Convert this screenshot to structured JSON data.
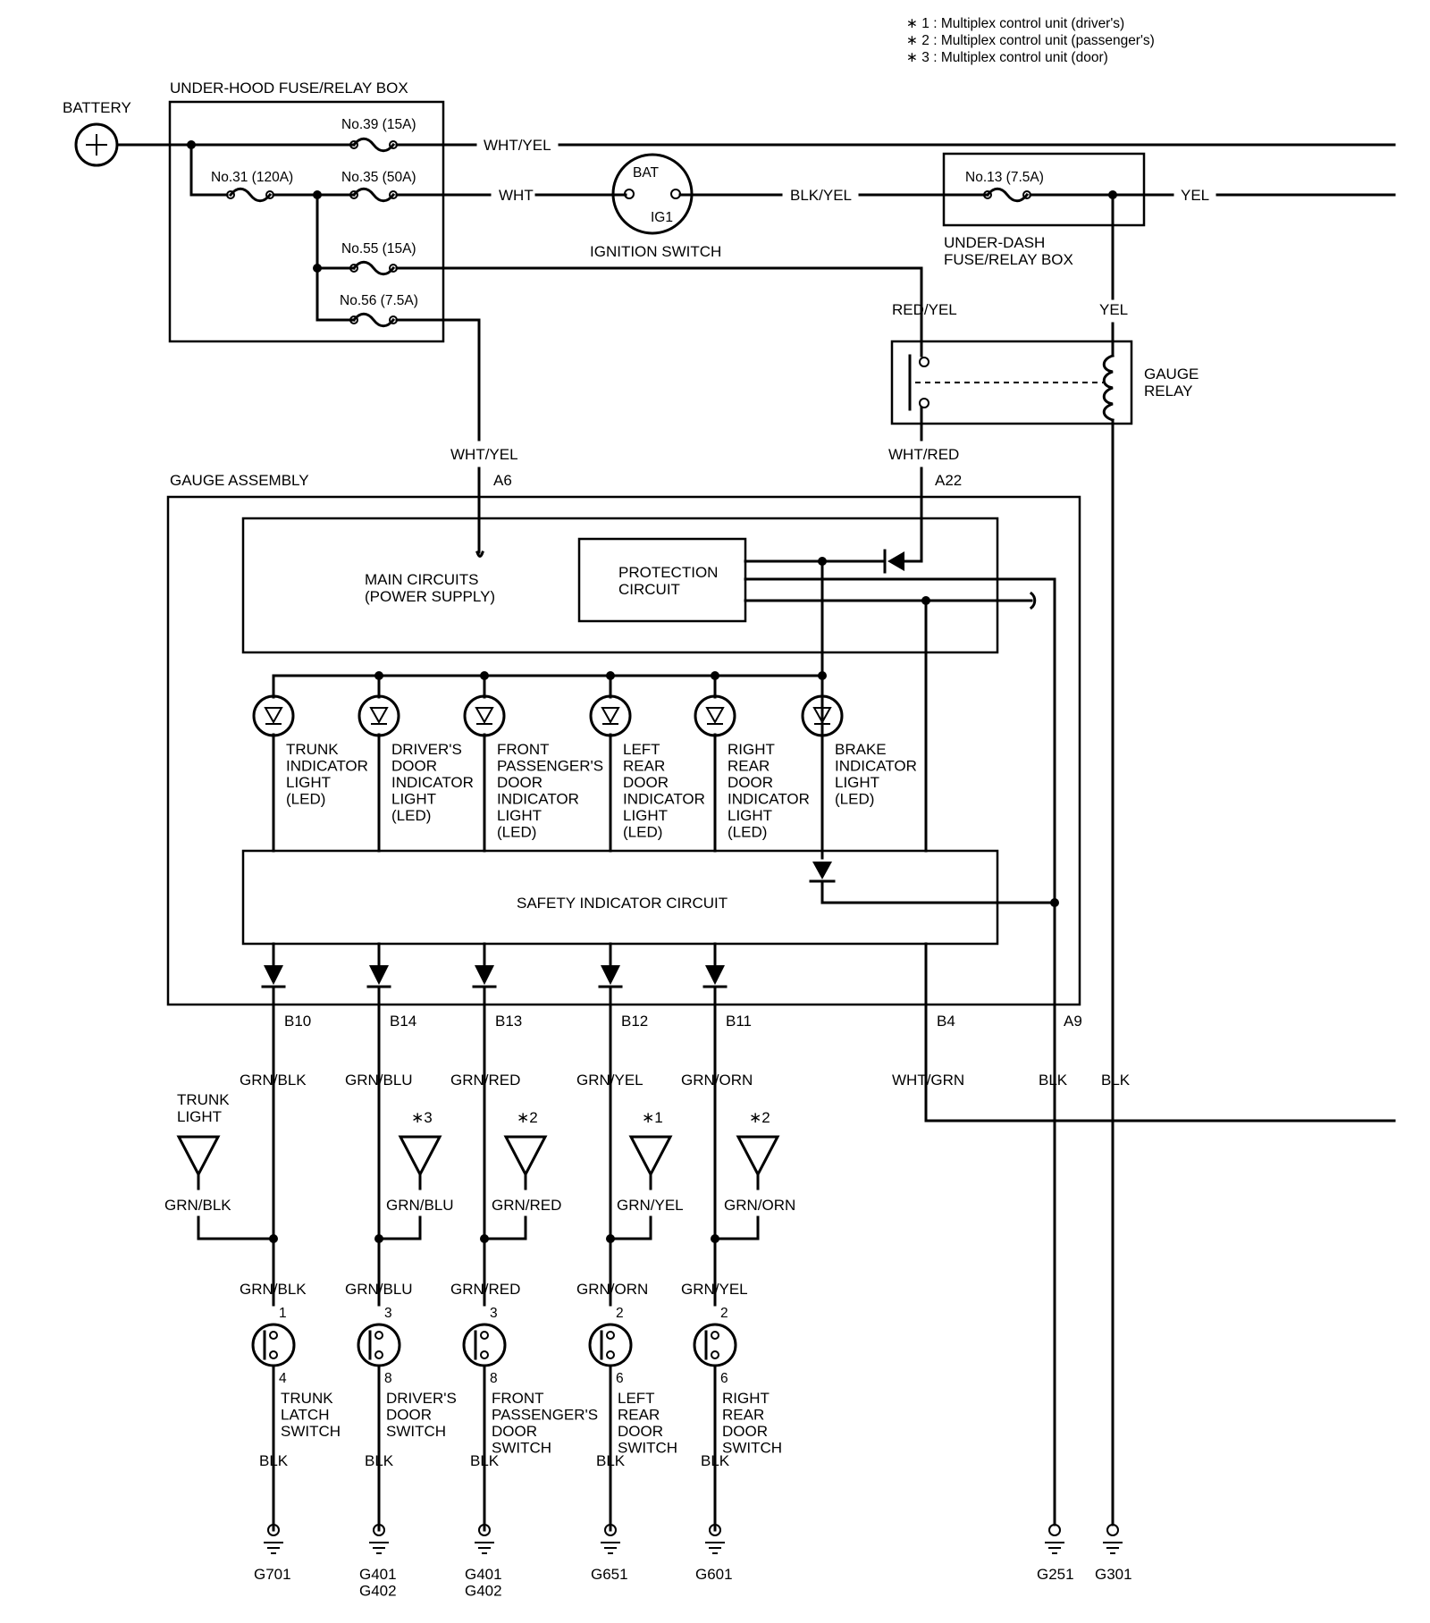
{
  "legend": [
    "∗ 1  : Multiplex control unit (driver's)",
    "∗ 2  : Multiplex control unit (passenger's)",
    "∗ 3  : Multiplex control unit (door)"
  ],
  "battery": "BATTERY",
  "underhood_box": "UNDER-HOOD FUSE/RELAY BOX",
  "fuses": {
    "f39": "No.39 (15A)",
    "f31": "No.31 (120A)",
    "f35": "No.35 (50A)",
    "f55": "No.55 (15A)",
    "f56": "No.56 (7.5A)",
    "f13": "No.13 (7.5A)"
  },
  "underdash_box": [
    "UNDER-DASH",
    "FUSE/RELAY BOX"
  ],
  "ignition": {
    "bat": "BAT",
    "ig1": "IG1",
    "label": "IGNITION SWITCH"
  },
  "gauge_relay": [
    "GAUGE",
    "RELAY"
  ],
  "wires": {
    "wht_yel_top": "WHT/YEL",
    "wht": "WHT",
    "blk_yel": "BLK/YEL",
    "yel": "YEL",
    "red_yel": "RED/YEL",
    "yel_relay": "YEL",
    "wht_yel_a6": "WHT/YEL",
    "wht_red": "WHT/RED"
  },
  "gauge_assembly": "GAUGE ASSEMBLY",
  "pins_top": {
    "a6": "A6",
    "a22": "A22"
  },
  "main_circuits": [
    "MAIN CIRCUITS",
    "(POWER SUPPLY)"
  ],
  "protection": [
    "PROTECTION",
    "CIRCUIT"
  ],
  "leds": [
    [
      "TRUNK",
      "INDICATOR",
      "LIGHT",
      "(LED)"
    ],
    [
      "DRIVER'S",
      "DOOR",
      "INDICATOR",
      "LIGHT",
      "(LED)"
    ],
    [
      "FRONT",
      "PASSENGER'S",
      "DOOR",
      "INDICATOR",
      "LIGHT",
      "(LED)"
    ],
    [
      "LEFT",
      "REAR",
      "DOOR",
      "INDICATOR",
      "LIGHT",
      "(LED)"
    ],
    [
      "RIGHT",
      "REAR",
      "DOOR",
      "INDICATOR",
      "LIGHT",
      "(LED)"
    ],
    [
      "BRAKE",
      "INDICATOR",
      "LIGHT",
      "(LED)"
    ]
  ],
  "safety_circuit": "SAFETY INDICATOR CIRCUIT",
  "pins_bottom": [
    "B10",
    "B14",
    "B13",
    "B12",
    "B11",
    "B4",
    "A9"
  ],
  "branch_wires": [
    "GRN/BLK",
    "GRN/BLU",
    "GRN/RED",
    "GRN/YEL",
    "GRN/ORN",
    "WHT/GRN",
    "BLK",
    "BLK"
  ],
  "trunk_light": [
    "TRUNK",
    "LIGHT"
  ],
  "mcu_refs": [
    "∗3",
    "∗2",
    "∗1",
    "∗2"
  ],
  "mcu_wires": [
    "GRN/BLK",
    "GRN/BLU",
    "GRN/RED",
    "GRN/YEL",
    "GRN/ORN"
  ],
  "switch_wires": [
    "GRN/BLK",
    "GRN/BLU",
    "GRN/RED",
    "GRN/ORN",
    "GRN/YEL"
  ],
  "switch_pins_top": [
    "1",
    "3",
    "3",
    "2",
    "2"
  ],
  "switch_pins_bottom": [
    "4",
    "8",
    "8",
    "6",
    "6"
  ],
  "switches": [
    [
      "TRUNK",
      "LATCH",
      "SWITCH"
    ],
    [
      "DRIVER'S",
      "DOOR",
      "SWITCH"
    ],
    [
      "FRONT",
      "PASSENGER'S",
      "DOOR",
      "SWITCH"
    ],
    [
      "LEFT",
      "REAR",
      "DOOR",
      "SWITCH"
    ],
    [
      "RIGHT",
      "REAR",
      "DOOR",
      "SWITCH"
    ]
  ],
  "ground_wire": "BLK",
  "grounds": [
    [
      "G701"
    ],
    [
      "G401",
      "G402"
    ],
    [
      "G401",
      "G402"
    ],
    [
      "G651"
    ],
    [
      "G601"
    ],
    [
      "G251"
    ],
    [
      "G301"
    ]
  ]
}
